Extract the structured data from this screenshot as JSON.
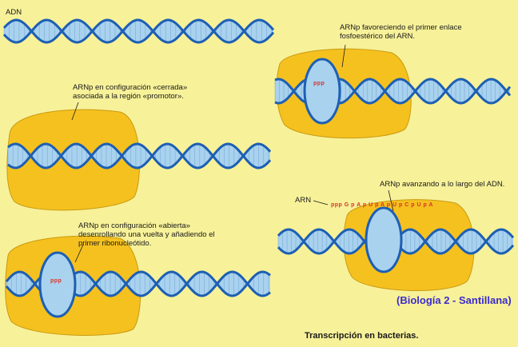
{
  "labels": {
    "adn": "ADN",
    "closed": "ARNp en configuración «cerrada» asociada a la región «promotor».",
    "open": "ARNp en configuración «abierta» desenrollando una vuelta y añadiendo el primer ribonucleótido.",
    "first_bond": "ARNp favoreciendo el primer enlace fosfoestérico del ARN.",
    "advancing": "ARNp avanzando a lo largo del ADN.",
    "arn": "ARN"
  },
  "rna_marks": {
    "open": "ppp",
    "first_bond": "ppp",
    "advancing": "ppp G p A p U p A p U p C p U p A"
  },
  "credit": "(Biología 2 - Santillana)",
  "caption": "Transcripción en bacterias.",
  "colors": {
    "background": "#f7f199",
    "polymerase": "#f5c11f",
    "helix_fill": "#a9d2ee",
    "helix_edge": "#1d5fb3",
    "rna": "#d8322a"
  }
}
